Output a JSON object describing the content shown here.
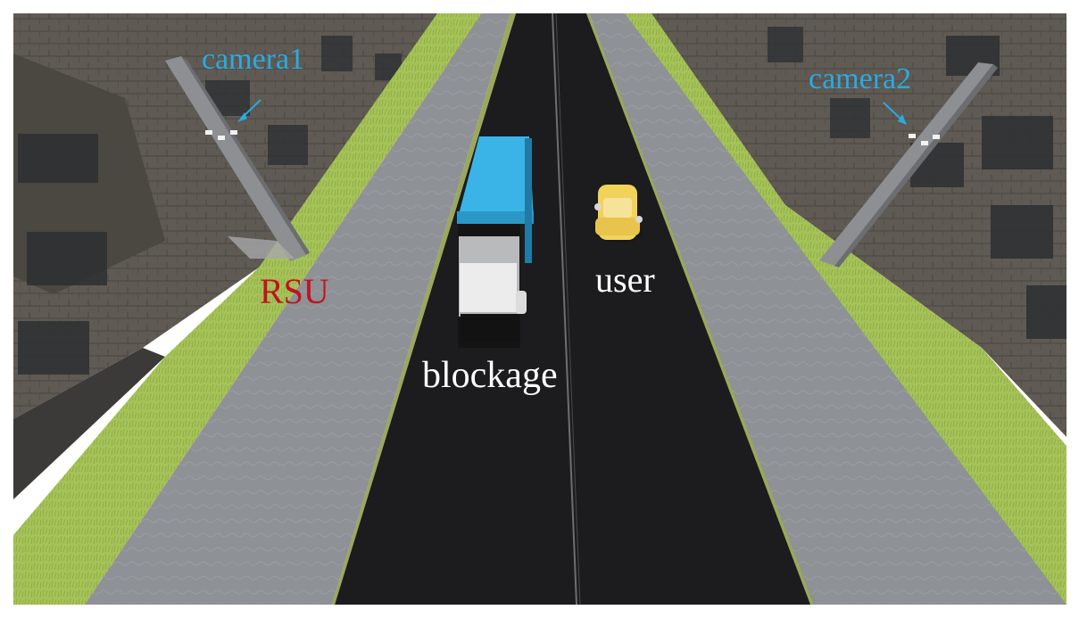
{
  "labels": {
    "camera1": "camera1",
    "camera2": "camera2",
    "rsu": "RSU",
    "user": "user",
    "blockage": "blockage"
  },
  "colors": {
    "camera_label": "#29ABE2",
    "rsu_label": "#C1121F",
    "white_label": "#FFFFFF",
    "road": "#1b1b1d",
    "sidewalk": "#8f9296",
    "grass": "#a9c75e",
    "building": "#5b5650",
    "truck_box": "#3ab4e6",
    "user_car": "#f2d35a"
  }
}
